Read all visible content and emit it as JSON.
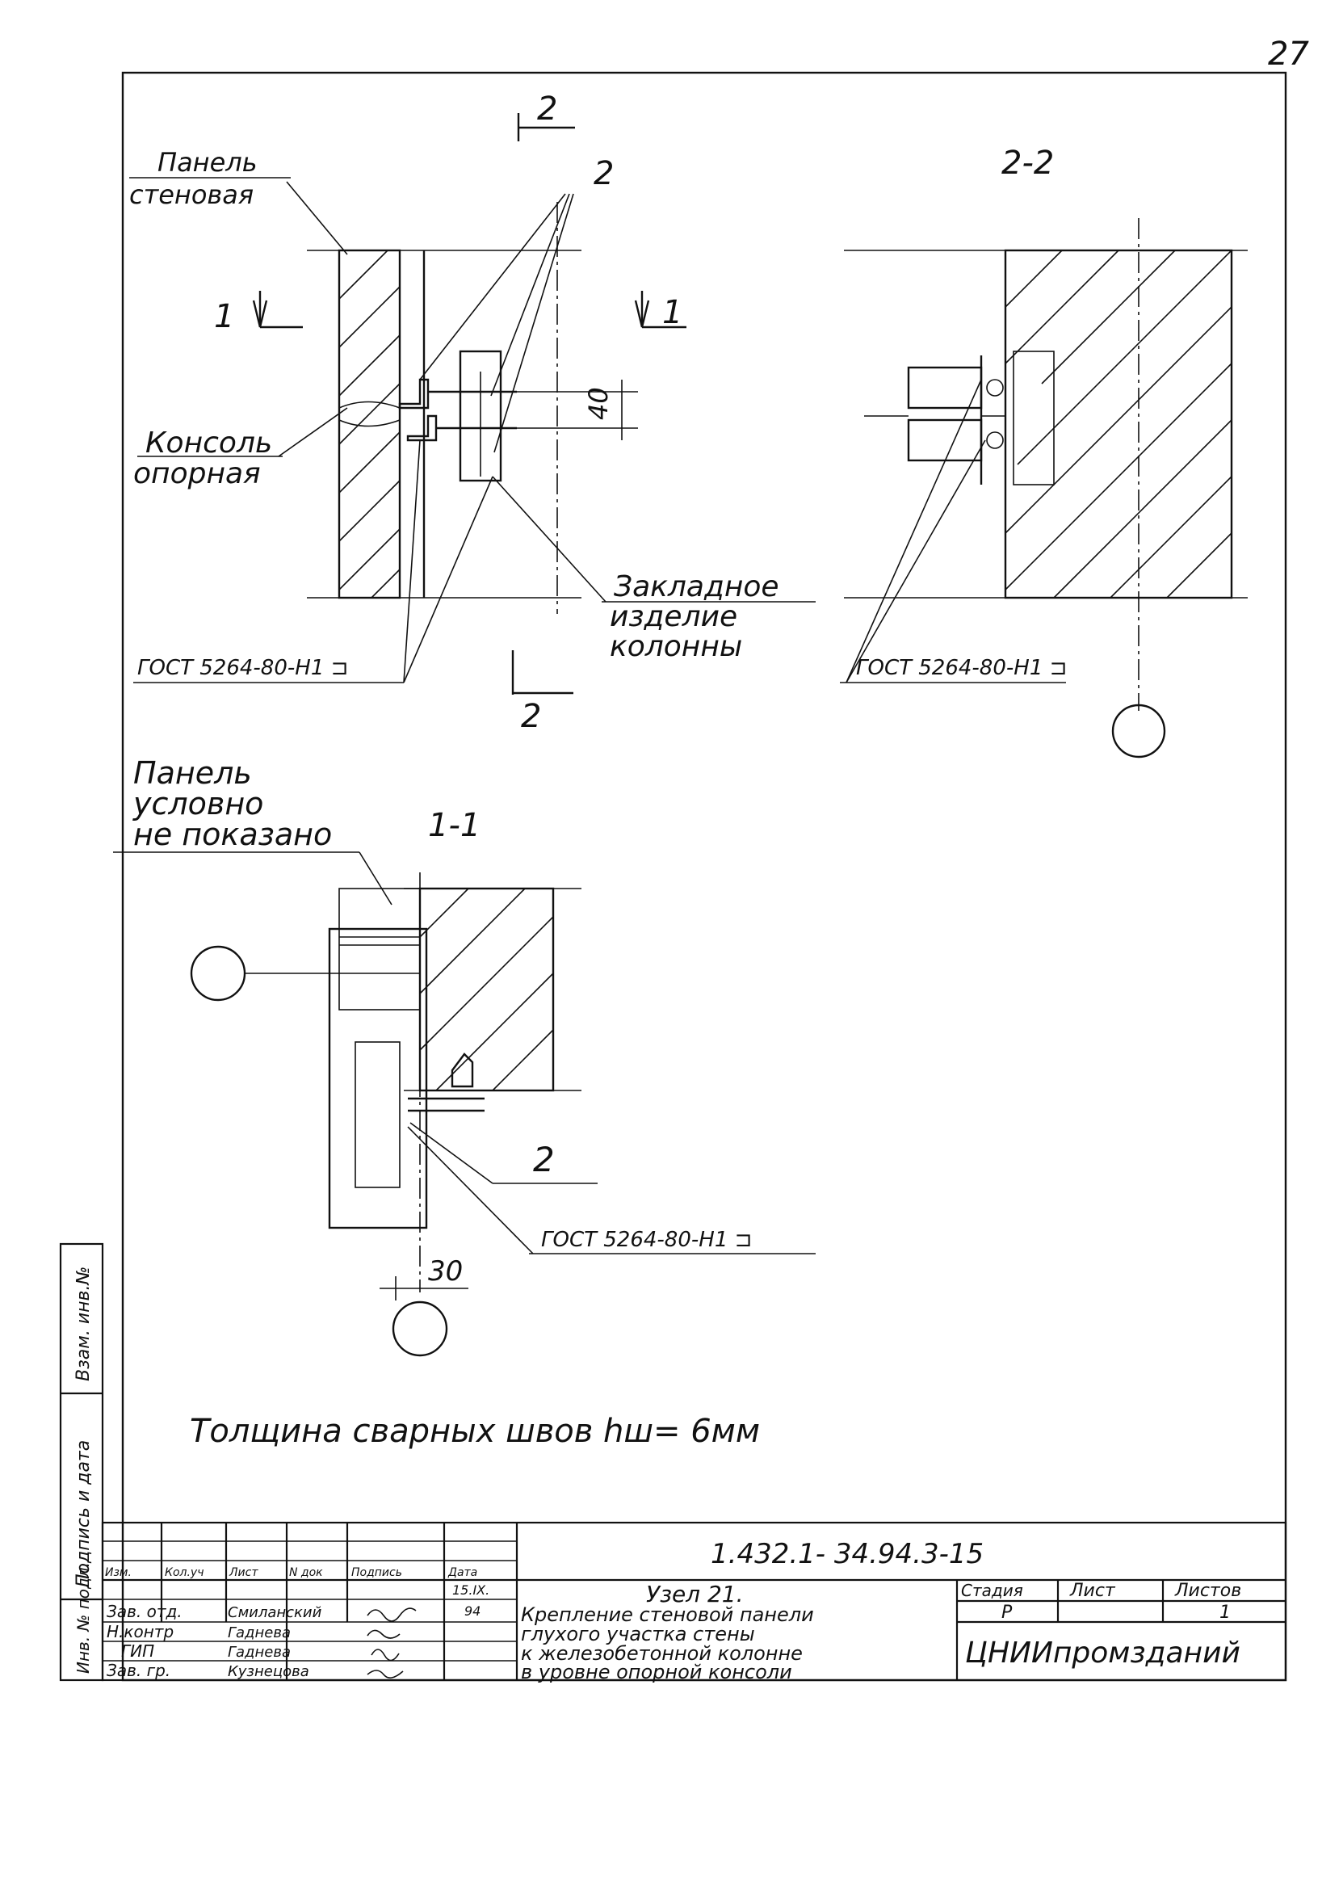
{
  "page_number": "27",
  "views": {
    "elevation": {
      "section_marks": {
        "top": "2",
        "bottom": "2",
        "left": "1",
        "right": "1"
      },
      "dimension": "40",
      "leader_labels": {
        "weld_left": "2"
      },
      "labels": {
        "panel_line1": "Панель",
        "panel_line2": "стеновая",
        "console_line1": "Консоль",
        "console_line2": "опорная",
        "embedded_line1": "Закладное",
        "embedded_line2": "изделие",
        "embedded_line3": "колонны"
      },
      "gost": "ГОСТ 5264-80-Н1 ⊐"
    },
    "section_2_2": {
      "title": "2-2",
      "gost": "ГОСТ 5264-80-Н1 ⊐"
    },
    "section_1_1": {
      "title": "1-1",
      "note_line1": "Панель",
      "note_line2": "условно",
      "note_line3": "не показано",
      "weld_mark": "2",
      "dimension": "30",
      "gost": "ГОСТ 5264-80-Н1 ⊐"
    }
  },
  "weld_note": "Толщина сварных швов hш= 6мм",
  "side_stamp": {
    "cell1": "Взам. инв.№",
    "cell2": "Подпись и дата",
    "cell3": "Инв. № подл."
  },
  "title_block": {
    "designation": "1.432.1- 34.94.3-15",
    "headers": [
      "Изм.",
      "Кол.уч",
      "Лист",
      "N док",
      "Подпись",
      "Дата"
    ],
    "date_line1": "15.IX.",
    "date_line2": "94",
    "staff": [
      {
        "role": "Зав. отд.",
        "name": "Смиланский"
      },
      {
        "role": "Н.контр",
        "name": "Гаднева"
      },
      {
        "role": "ГИП",
        "name": "Гаднева"
      },
      {
        "role": "Зав. гр.",
        "name": "Кузнецова"
      }
    ],
    "title_lines": [
      "Узел 21.",
      "Крепление стеновой панели",
      "глухого участка стены",
      "к железобетонной колонне",
      "в уровне опорной консоли"
    ],
    "stage_label": "Стадия",
    "sheet_label": "Лист",
    "sheets_label": "Листов",
    "stage": "Р",
    "sheets": "1",
    "organization": "ЦНИИпромзданий"
  }
}
